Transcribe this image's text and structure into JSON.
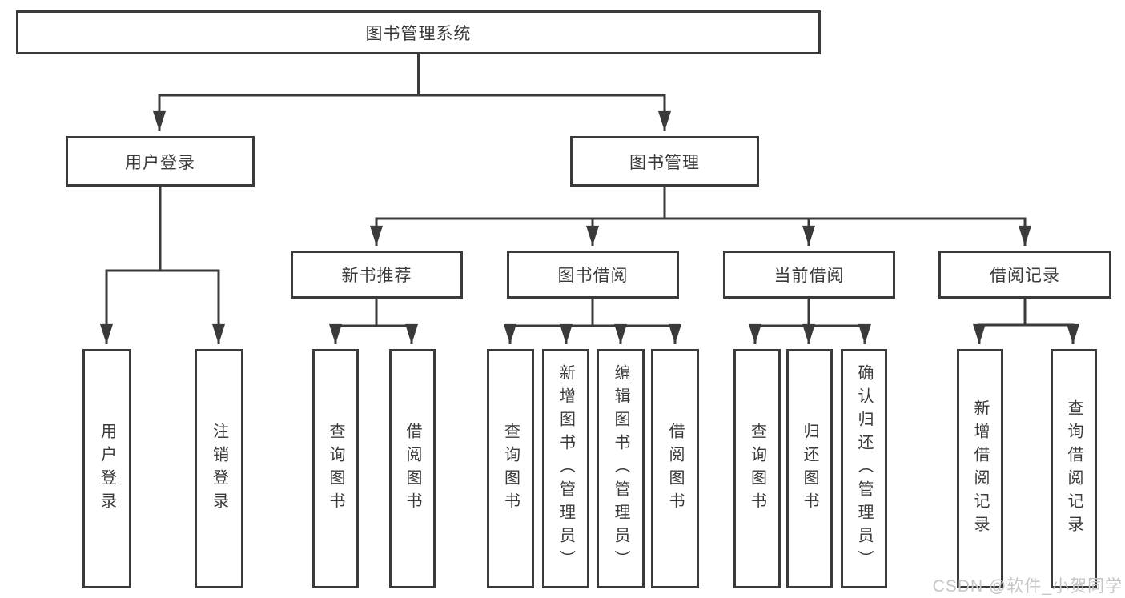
{
  "diagram": {
    "root": {
      "label": "图书管理系统"
    },
    "branches": [
      {
        "label": "用户登录",
        "children": [
          {
            "label": "用户登录"
          },
          {
            "label": "注销登录"
          }
        ]
      },
      {
        "label": "图书管理",
        "children": [
          {
            "label": "新书推荐",
            "children": [
              {
                "label": "查询图书"
              },
              {
                "label": "借阅图书"
              }
            ]
          },
          {
            "label": "图书借阅",
            "children": [
              {
                "label": "查询图书"
              },
              {
                "label": "新增图书（管理员）"
              },
              {
                "label": "编辑图书（管理员）"
              },
              {
                "label": "借阅图书"
              }
            ]
          },
          {
            "label": "当前借阅",
            "children": [
              {
                "label": "查询图书"
              },
              {
                "label": "归还图书"
              },
              {
                "label": "确认归还（管理员）"
              }
            ]
          },
          {
            "label": "借阅记录",
            "children": [
              {
                "label": "新增借阅记录"
              },
              {
                "label": "查询借阅记录"
              }
            ]
          }
        ]
      }
    ]
  },
  "watermark": {
    "text": "CSDN @软件_小贺同学"
  },
  "colors": {
    "line": "#3a3a3a",
    "text": "#3a3a3a",
    "background": "#ffffff",
    "watermark": "#c6c6c6"
  }
}
